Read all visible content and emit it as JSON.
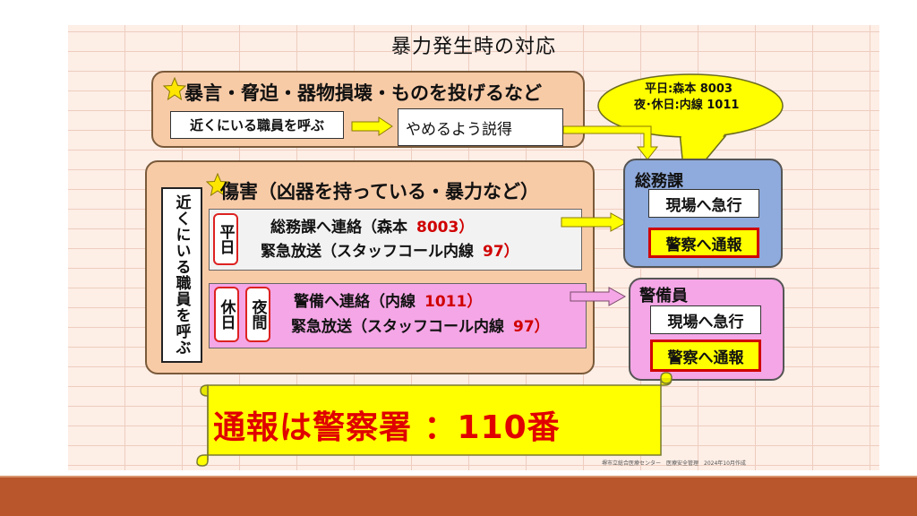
{
  "title": "暴力発生時の対応",
  "verbal": {
    "heading": "暴言・脅迫・器物損壊・ものを投げるなど",
    "call_staff": "近くにいる職員を呼ぶ",
    "persuade": "やめるよう説得"
  },
  "violence": {
    "heading": "傷害（凶器を持っている・暴力など）",
    "call_staff_vertical": "近くにいる職員を呼ぶ",
    "weekday": {
      "tag": "平日",
      "line1_text": "総務課へ連絡（森本",
      "line1_num": "8003）",
      "line2_text": "緊急放送（スタッフコール内線",
      "line2_num": "97）"
    },
    "offhours": {
      "tag_holiday": "休日",
      "tag_night": "夜間",
      "line1_text": "警備へ連絡（内線",
      "line1_num": "1011）",
      "line2_text": "緊急放送（スタッフコール内線",
      "line2_num": "97）"
    }
  },
  "bubble": {
    "line1": "平日:森本  8003",
    "line2": "夜･休日:内線  1011"
  },
  "general_affairs": {
    "title": "総務課",
    "action": "現場へ急行",
    "police": "警察へ通報"
  },
  "security": {
    "title": "警備員",
    "action": "現場へ急行",
    "police": "警察へ通報"
  },
  "banner": "通報は警察署  ：110番",
  "footer": "堺市立総合医療センター　医療安全管理　2024年10月作成",
  "colors": {
    "panel": "#fdeee6",
    "group_box": "#f8cba7",
    "weekday_row": "#f2f2f2",
    "offhours_row": "#f4a6e6",
    "general_affairs_box": "#8faadc",
    "security_box": "#f4a6e6",
    "bubble": "#ffff00",
    "banner": "#ffff00",
    "emphasis_red": "#d00000",
    "bottom_bar": "#b9562b"
  }
}
